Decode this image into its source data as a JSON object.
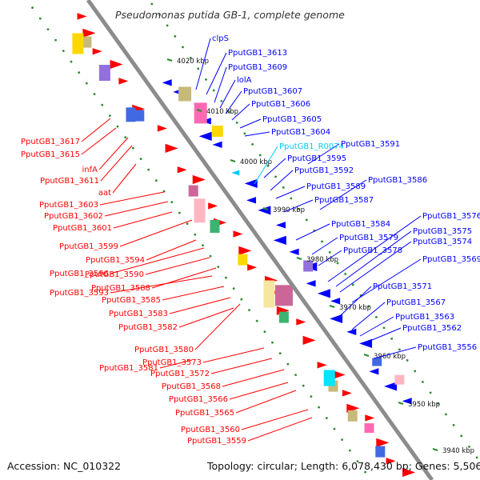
{
  "title": "Pseudomonas putida GB-1, complete genome",
  "accession_text": "Accession: NC_010322",
  "summary_text": "Topology: circular; Length: 6,078,430 bp; Genes: 5,506",
  "colors": {
    "forward": "#ff0000",
    "reverse": "#0000ff",
    "rna": "#00ccff",
    "backbone": "#8c8c8c",
    "ticks": "#2e8b2e"
  },
  "tick_labels": [
    "4020 kbp",
    "4010 kbp",
    "4000 kbp",
    "3990 kbp",
    "3980 kbp",
    "3970 kbp",
    "3960 kbp",
    "3950 kbp",
    "3940 kbp"
  ],
  "labels_right": [
    {
      "text": "clpS",
      "kind": "reverse"
    },
    {
      "text": "PputGB1_3613",
      "kind": "reverse"
    },
    {
      "text": "PputGB1_3609",
      "kind": "reverse"
    },
    {
      "text": "lolA",
      "kind": "reverse"
    },
    {
      "text": "PputGB1_3607",
      "kind": "reverse"
    },
    {
      "text": "PputGB1_3606",
      "kind": "reverse"
    },
    {
      "text": "PputGB1_3605",
      "kind": "reverse"
    },
    {
      "text": "PputGB1_3604",
      "kind": "reverse"
    },
    {
      "text": "PputGB1_R0074",
      "kind": "rna"
    },
    {
      "text": "PputGB1_3591",
      "kind": "reverse"
    },
    {
      "text": "PputGB1_3595",
      "kind": "reverse"
    },
    {
      "text": "PputGB1_3592",
      "kind": "reverse"
    },
    {
      "text": "PputGB1_3586",
      "kind": "reverse"
    },
    {
      "text": "PputGB1_3589",
      "kind": "reverse"
    },
    {
      "text": "PputGB1_3587",
      "kind": "reverse"
    },
    {
      "text": "PputGB1_3576",
      "kind": "reverse"
    },
    {
      "text": "PputGB1_3584",
      "kind": "reverse"
    },
    {
      "text": "PputGB1_3575",
      "kind": "reverse"
    },
    {
      "text": "PputGB1_3579",
      "kind": "reverse"
    },
    {
      "text": "PputGB1_3574",
      "kind": "reverse"
    },
    {
      "text": "PputGB1_3578",
      "kind": "reverse"
    },
    {
      "text": "PputGB1_3569",
      "kind": "reverse"
    },
    {
      "text": "PputGB1_3571",
      "kind": "reverse"
    },
    {
      "text": "PputGB1_3567",
      "kind": "reverse"
    },
    {
      "text": "PputGB1_3563",
      "kind": "reverse"
    },
    {
      "text": "PputGB1_3562",
      "kind": "reverse"
    },
    {
      "text": "PputGB1_3556",
      "kind": "reverse"
    }
  ],
  "labels_left": [
    {
      "text": "PputGB1_3617"
    },
    {
      "text": "PputGB1_3615"
    },
    {
      "text": "infA"
    },
    {
      "text": "PputGB1_3611"
    },
    {
      "text": "aat"
    },
    {
      "text": "PputGB1_3603"
    },
    {
      "text": "PputGB1_3602"
    },
    {
      "text": "PputGB1_3601"
    },
    {
      "text": "PputGB1_3599"
    },
    {
      "text": "PputGB1_3594"
    },
    {
      "text": "PputGB1_3596"
    },
    {
      "text": "PputGB1_3590"
    },
    {
      "text": "PputGB1_3588"
    },
    {
      "text": "PputGB1_3593"
    },
    {
      "text": "PputGB1_3585"
    },
    {
      "text": "PputGB1_3583"
    },
    {
      "text": "PputGB1_3582"
    },
    {
      "text": "PputGB1_3580"
    },
    {
      "text": "PputGB1_3573"
    },
    {
      "text": "PputGB1_3581"
    },
    {
      "text": "PputGB1_3572"
    },
    {
      "text": "PputGB1_3568"
    },
    {
      "text": "PputGB1_3566"
    },
    {
      "text": "PputGB1_3565"
    },
    {
      "text": "PputGB1_3560"
    },
    {
      "text": "PputGB1_3559"
    }
  ]
}
